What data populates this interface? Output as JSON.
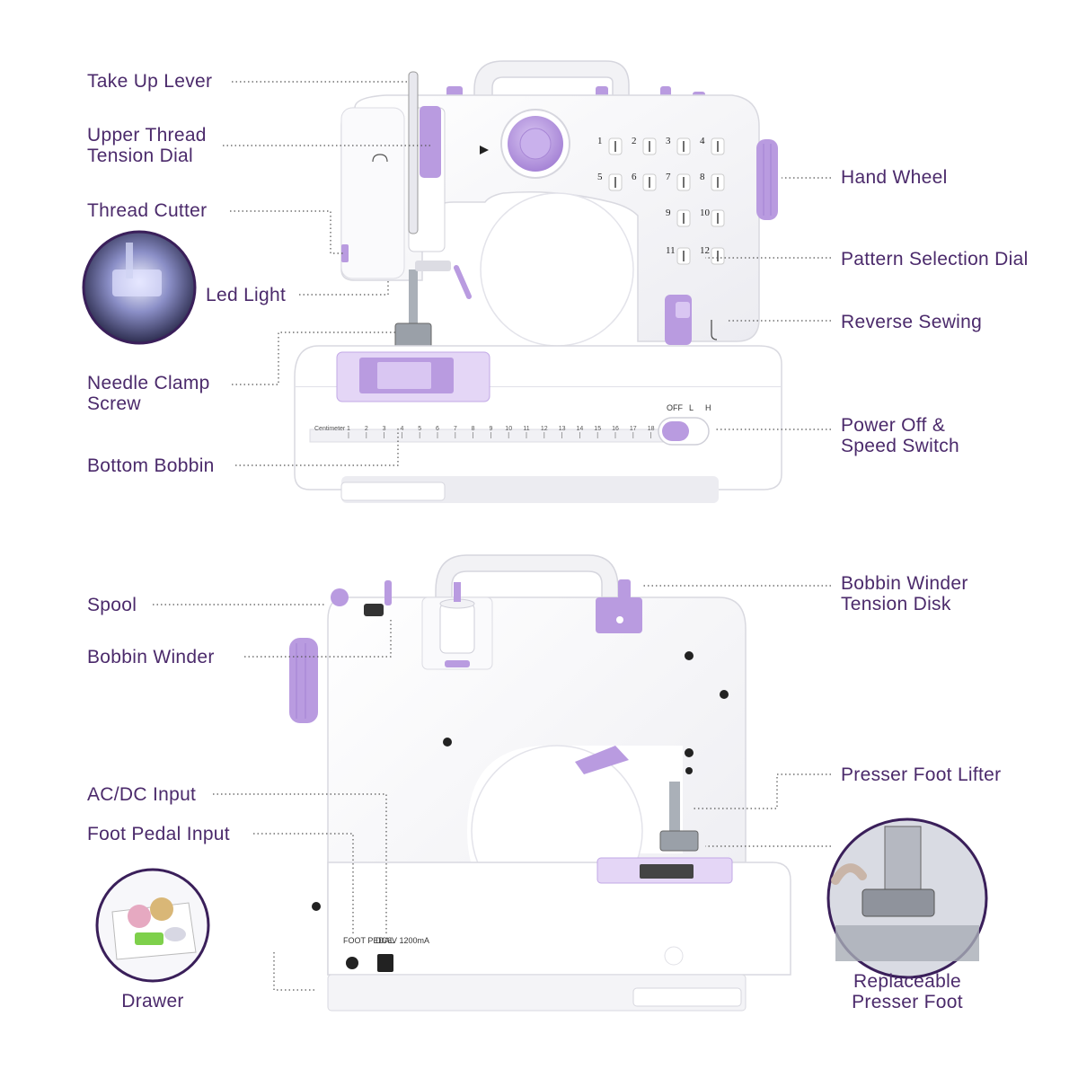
{
  "colors": {
    "label": "#4b2a6b",
    "accent_purple": "#b99be0",
    "body_white": "#f7f7f9",
    "leader_line": "#555555"
  },
  "top_machine": {
    "labels_left": {
      "take_up_lever": "Take Up Lever",
      "upper_thread_tension_dial": "Upper Thread\nTension Dial",
      "thread_cutter": "Thread Cutter",
      "led_light": "Led Light",
      "needle_clamp_screw": "Needle Clamp\nScrew",
      "bottom_bobbin": "Bottom Bobbin"
    },
    "labels_right": {
      "hand_wheel": "Hand Wheel",
      "pattern_selection_dial": "Pattern Selection Dial",
      "reverse_sewing": "Reverse Sewing",
      "power_speed_switch": "Power Off &\nSpeed Switch"
    },
    "ruler": {
      "caption": "Centimeter",
      "ticks": [
        "1",
        "2",
        "3",
        "4",
        "5",
        "6",
        "7",
        "8",
        "9",
        "10",
        "11",
        "12",
        "13",
        "14",
        "15",
        "16",
        "17",
        "18"
      ]
    },
    "switch_labels": [
      "OFF",
      "L",
      "H"
    ],
    "pattern_numbers": [
      "1",
      "2",
      "3",
      "4",
      "5",
      "6",
      "7",
      "8",
      "9",
      "10",
      "11",
      "12"
    ]
  },
  "bottom_machine": {
    "labels_left": {
      "spool": "Spool",
      "bobbin_winder": "Bobbin Winder",
      "ac_dc_input": "AC/DC Input",
      "foot_pedal_input": "Foot Pedal Input",
      "drawer": "Drawer"
    },
    "labels_right": {
      "bobbin_winder_tension_disk": "Bobbin Winder\nTension Disk",
      "presser_foot_lifter": "Presser Foot Lifter",
      "replaceable_presser_foot": "Replaceable\nPresser Foot"
    },
    "port_labels": [
      "FOOT PEDAL",
      "DC6V 1200mA"
    ]
  }
}
